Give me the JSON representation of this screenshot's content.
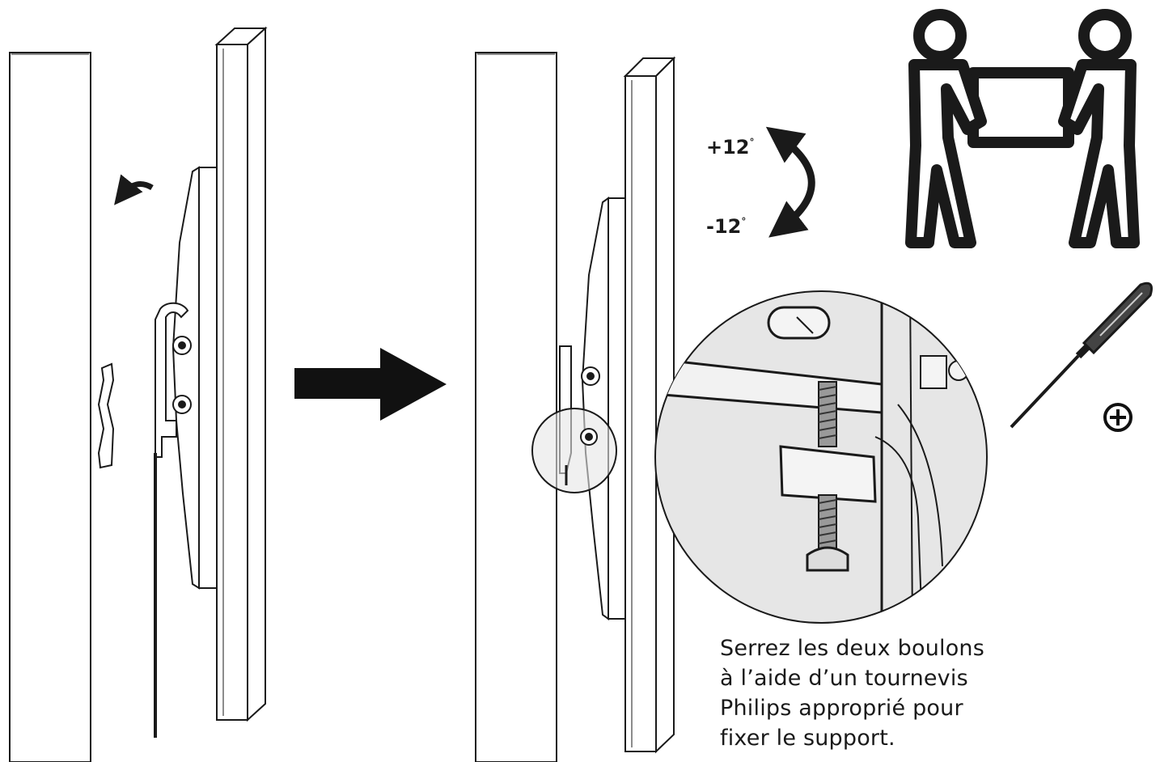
{
  "tilt": {
    "up_label": "+12",
    "down_label": "-12",
    "degree_mark": "°"
  },
  "screwdriver_type_symbol": "⊕",
  "instruction": {
    "lines": [
      "Serrez les deux boulons",
      "à l’aide d’un tournevis",
      "Philips approprié pour",
      "fixer le support."
    ]
  },
  "colors": {
    "line": "#1a1a1a",
    "magnifier_fill": "#e6e6e6",
    "background": "#ffffff"
  }
}
